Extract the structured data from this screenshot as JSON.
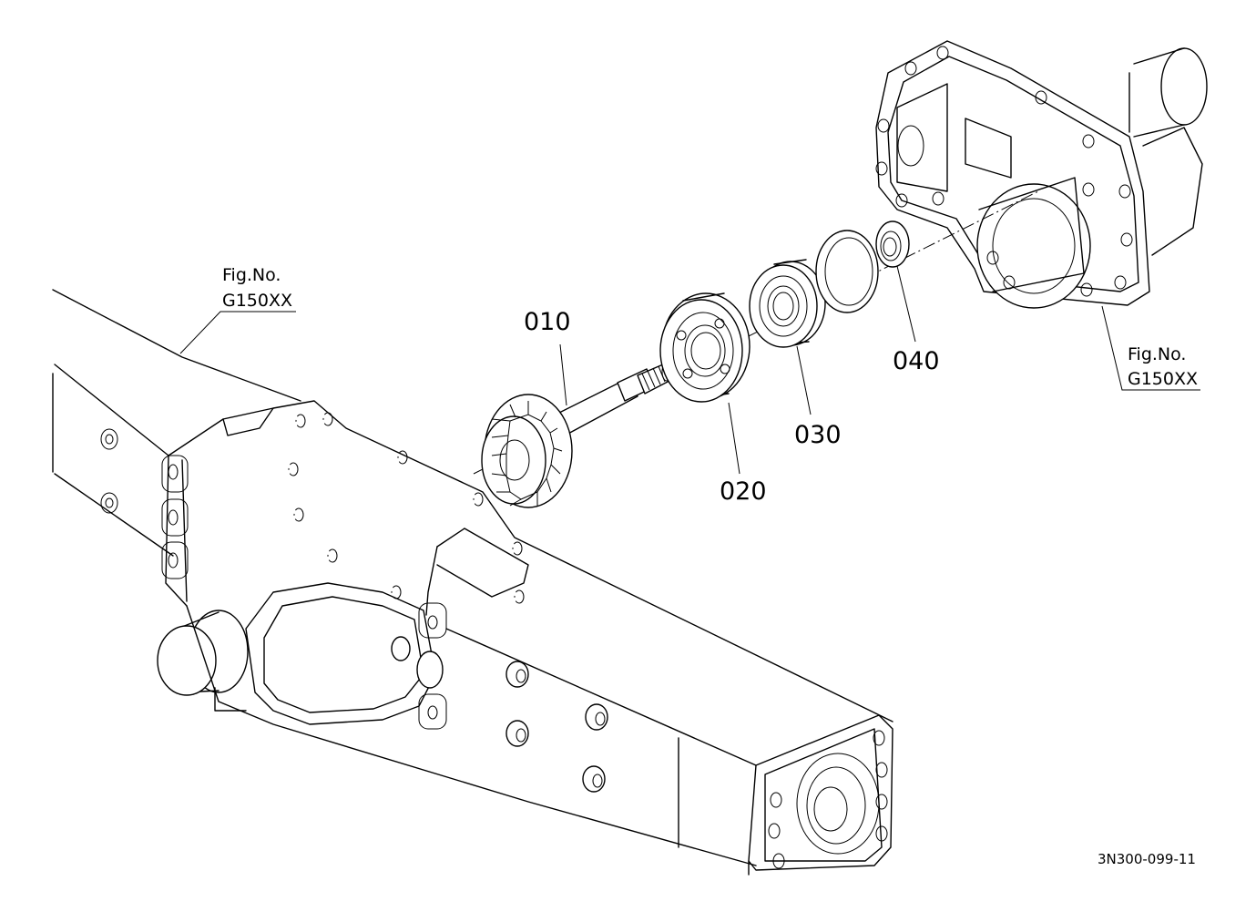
{
  "parts": [
    {
      "number": "010"
    },
    {
      "number": "020"
    },
    {
      "number": "030"
    },
    {
      "number": "040"
    }
  ],
  "figure_refs": [
    {
      "line1": "Fig.No.",
      "line2": "G150XX"
    },
    {
      "line1": "Fig.No.",
      "line2": "G150XX"
    }
  ],
  "diagram_code": "3N300-099-11"
}
